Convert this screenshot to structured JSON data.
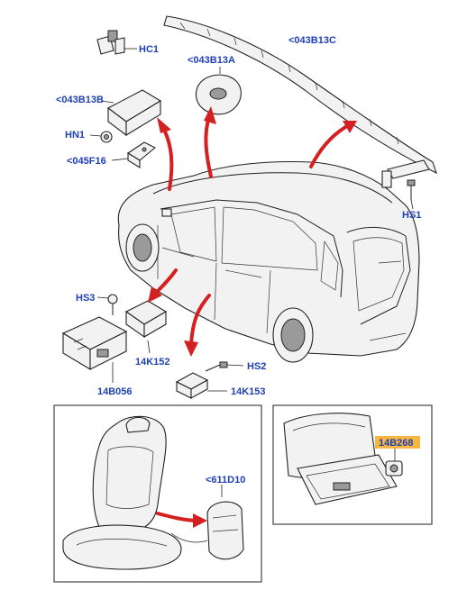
{
  "labels": {
    "hc1": "HC1",
    "b13a": "<043B13A",
    "b13c": "<043B13C",
    "b13b": "<043B13B",
    "hn1": "HN1",
    "f16": "<045F16",
    "hs1": "HS1",
    "hs3": "HS3",
    "k152": "14K152",
    "b056": "14B056",
    "hs2": "HS2",
    "k153": "14K153",
    "d10": "<611D10",
    "b268": "14B268"
  },
  "colors": {
    "label_text": "#1f3fb5",
    "arrow": "#d42020",
    "highlight": "#f5b642"
  }
}
